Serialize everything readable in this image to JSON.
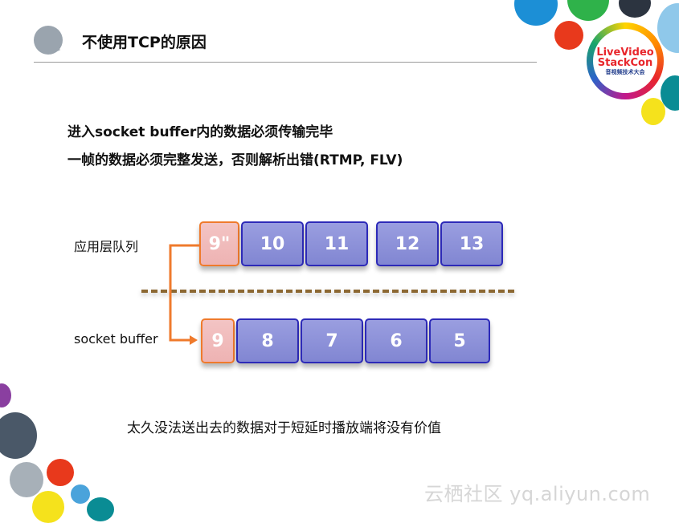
{
  "header": {
    "title": "不使用TCP的原因"
  },
  "content": {
    "line1": "进入socket buffer内的数据必须传输完毕",
    "line2": "一帧的数据必须完整发送，否则解析出错(RTMP, FLV)",
    "caption": "太久没法送出去的数据对于短延时播放端将没有价值"
  },
  "diagram": {
    "app_queue_label": "应用层队列",
    "socket_buffer_label": "socket buffer",
    "app_queue": [
      "9\"",
      "10",
      "11",
      "12",
      "13"
    ],
    "socket_buffer": [
      "9",
      "8",
      "7",
      "6",
      "5"
    ]
  },
  "logo": {
    "line1": "LiveVideo",
    "line2": "StackCon",
    "line3": "音视频技术大会"
  },
  "watermark": "云栖社区 yq.aliyun.com",
  "colors": {
    "packet_fill": "#8c90d8",
    "packet_border": "#2d2ab8",
    "highlight_fill": "#f0baba",
    "highlight_border": "#ef7a2c",
    "divider": "#8c6832"
  }
}
